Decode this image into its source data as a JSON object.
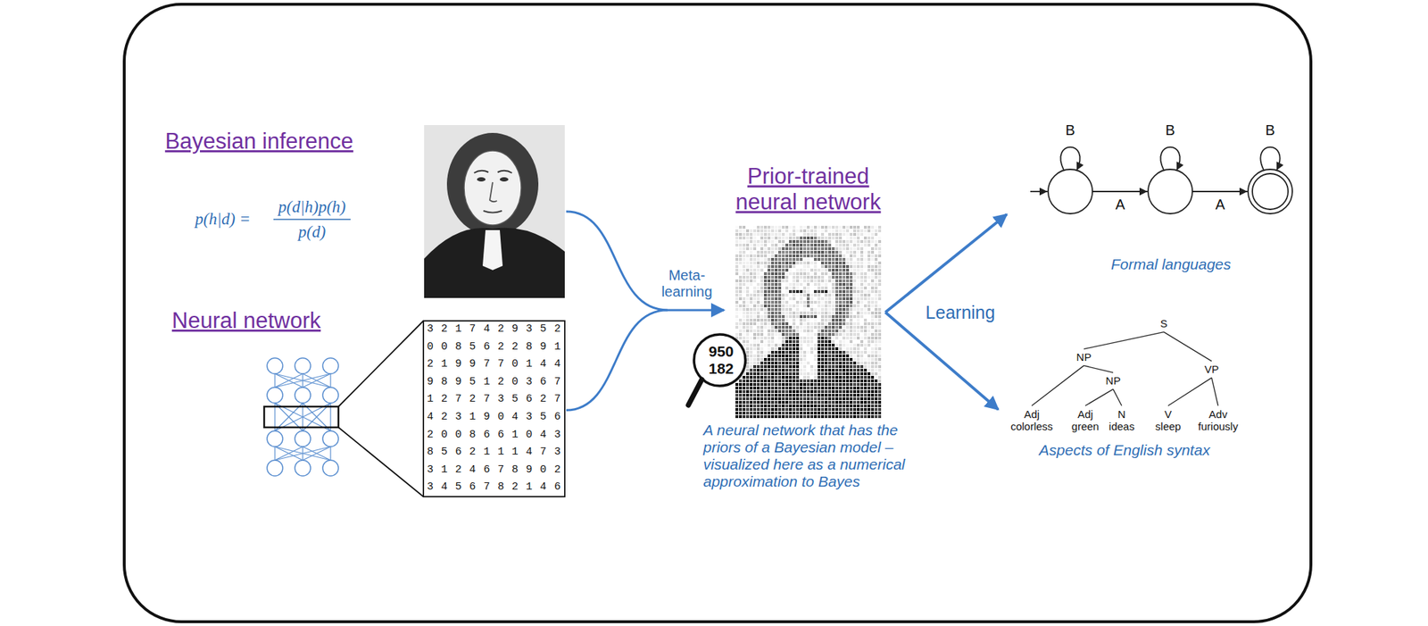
{
  "diagram": {
    "nodes": [
      {
        "text": [
          "S"
        ]
      },
      {
        "text": [
          "NP"
        ]
      },
      {
        "text": [
          "VP"
        ]
      },
      {
        "text": [
          "NP"
        ]
      },
      {
        "text": [
          "Adj",
          "colorless"
        ]
      },
      {
        "text": [
          "Adj",
          "green"
        ]
      },
      {
        "text": [
          "N",
          "ideas"
        ]
      },
      {
        "text": [
          "V",
          "sleep"
        ]
      },
      {
        "text": [
          "Adv",
          "furiously"
        ]
      }
    ],
    "edges": [
      {
        "from": 0,
        "to": 1,
        "arrow": "none"
      },
      {
        "from": 0,
        "to": 2,
        "arrow": "none"
      },
      {
        "from": 1,
        "to": 4,
        "arrow": "none"
      },
      {
        "from": 1,
        "to": 3,
        "arrow": "none"
      },
      {
        "from": 3,
        "to": 5,
        "arrow": "none"
      },
      {
        "from": 3,
        "to": 6,
        "arrow": "none"
      },
      {
        "from": 2,
        "to": 7,
        "arrow": "none"
      },
      {
        "from": 2,
        "to": 8,
        "arrow": "none"
      }
    ],
    "labels": [
      "Bayesian inference",
      "p(h|d) =",
      "p(d|h)p(h)",
      "p(d)",
      "Neural network",
      "3 2 1 7 4 2 9 3 5 2",
      "0 0 8 5 6 2 2 8 9 1",
      "2 1 9 9 7 7 0 1 4 4",
      "9 8 9 5 1 2 0 3 6 7",
      "1 2 7 2 7 3 5 6 2 7",
      "4 2 3 1 9 0 4 3 5 6",
      "2 0 0 8 6 6 1 0 4 3",
      "8 5 6 2 1 1 1 4 7 3",
      "3 1 2 4 6 7 8 9 0 2",
      "3 4 5 6 7 8 2 1 4 6",
      "Meta- learning",
      "Prior-trained neural network",
      "950",
      "182",
      "A neural network that has the priors of a Bayesian model – visualized here as a numerical approximation to Bayes",
      "Learning",
      "B",
      "B",
      "B",
      "A",
      "A",
      "Formal languages",
      "Aspects of English syntax"
    ]
  }
}
